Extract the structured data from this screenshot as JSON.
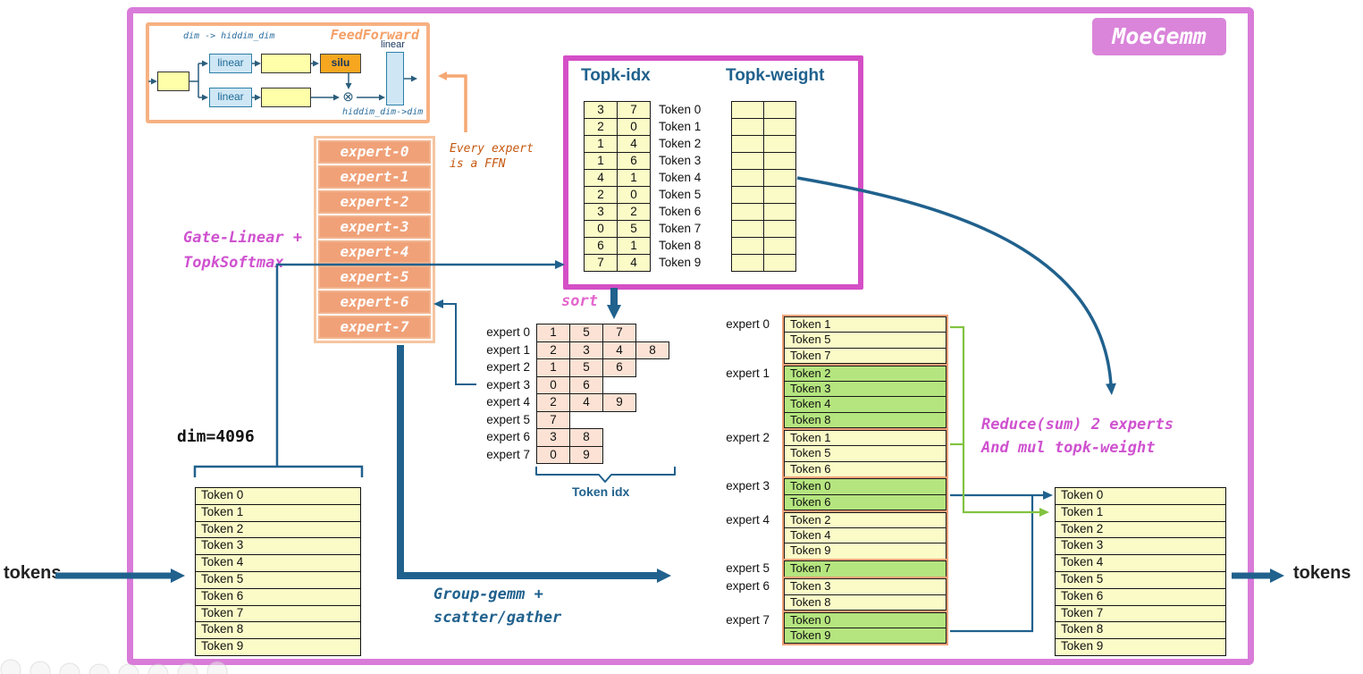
{
  "title": "MoeGemm",
  "feedforward": {
    "label": "FeedForward",
    "top_note": "dim -> hiddim_dim",
    "bottom_note": "hiddim_dim->dim",
    "linear_top": "linear",
    "linear_bottom": "linear",
    "silu": "silu",
    "multiply": "⊗",
    "linear_out": "linear"
  },
  "experts": [
    "expert-0",
    "expert-1",
    "expert-2",
    "expert-3",
    "expert-4",
    "expert-5",
    "expert-6",
    "expert-7"
  ],
  "annotations": {
    "every_expert": "Every expert\nis a FFN",
    "gate": "Gate-Linear +\nTopkSoftmax",
    "sort": "sort",
    "group_gemm": "Group-gemm +\nscatter/gather",
    "reduce": "Reduce(sum) 2 experts\nAnd mul topk-weight",
    "dim": "dim=4096",
    "token_idx": "Token idx",
    "tokens_in": "tokens",
    "tokens_out": "tokens"
  },
  "topk": {
    "idx_header": "Topk-idx",
    "weight_header": "Topk-weight",
    "weight_cols": 2,
    "rows": [
      {
        "token": "Token 0",
        "idx": [
          "3",
          "7"
        ]
      },
      {
        "token": "Token 1",
        "idx": [
          "2",
          "0"
        ]
      },
      {
        "token": "Token 2",
        "idx": [
          "1",
          "4"
        ]
      },
      {
        "token": "Token 3",
        "idx": [
          "1",
          "6"
        ]
      },
      {
        "token": "Token 4",
        "idx": [
          "4",
          "1"
        ]
      },
      {
        "token": "Token 5",
        "idx": [
          "2",
          "0"
        ]
      },
      {
        "token": "Token 6",
        "idx": [
          "3",
          "2"
        ]
      },
      {
        "token": "Token 7",
        "idx": [
          "0",
          "5"
        ]
      },
      {
        "token": "Token 8",
        "idx": [
          "6",
          "1"
        ]
      },
      {
        "token": "Token 9",
        "idx": [
          "7",
          "4"
        ]
      }
    ]
  },
  "sorted_table": [
    {
      "expert": "expert 0",
      "tokens": [
        "1",
        "5",
        "7"
      ]
    },
    {
      "expert": "expert 1",
      "tokens": [
        "2",
        "3",
        "4",
        "8"
      ]
    },
    {
      "expert": "expert 2",
      "tokens": [
        "1",
        "5",
        "6"
      ]
    },
    {
      "expert": "expert 3",
      "tokens": [
        "0",
        "6"
      ]
    },
    {
      "expert": "expert 4",
      "tokens": [
        "2",
        "4",
        "9"
      ]
    },
    {
      "expert": "expert 5",
      "tokens": [
        "7"
      ]
    },
    {
      "expert": "expert 6",
      "tokens": [
        "3",
        "8"
      ]
    },
    {
      "expert": "expert 7",
      "tokens": [
        "0",
        "9"
      ]
    }
  ],
  "input_tokens": [
    "Token 0",
    "Token 1",
    "Token 2",
    "Token 3",
    "Token 4",
    "Token 5",
    "Token 6",
    "Token 7",
    "Token 8",
    "Token 9"
  ],
  "output_tokens": [
    "Token 0",
    "Token 1",
    "Token 2",
    "Token 3",
    "Token 4",
    "Token 5",
    "Token 6",
    "Token 7",
    "Token 8",
    "Token 9"
  ],
  "expert_groups": [
    {
      "expert": "expert 0",
      "tokens": [
        "Token 1",
        "Token 5",
        "Token 7"
      ],
      "highlight": false
    },
    {
      "expert": "expert 1",
      "tokens": [
        "Token 2",
        "Token 3",
        "Token 4",
        "Token 8"
      ],
      "highlight": true
    },
    {
      "expert": "expert 2",
      "tokens": [
        "Token 1",
        "Token 5",
        "Token 6"
      ],
      "highlight": false
    },
    {
      "expert": "expert 3",
      "tokens": [
        "Token 0",
        "Token 6"
      ],
      "highlight": true
    },
    {
      "expert": "expert 4",
      "tokens": [
        "Token 2",
        "Token 4",
        "Token 9"
      ],
      "highlight": false
    },
    {
      "expert": "expert 5",
      "tokens": [
        "Token 7"
      ],
      "highlight": true
    },
    {
      "expert": "expert 6",
      "tokens": [
        "Token 3",
        "Token 8"
      ],
      "highlight": false
    },
    {
      "expert": "expert 7",
      "tokens": [
        "Token 0",
        "Token 9"
      ],
      "highlight": true
    }
  ],
  "colors": {
    "frame_pink": "#d97bd9",
    "topk_pink": "#d44fc6",
    "teal": "#20618d",
    "magenta": "#cf52cf",
    "salmon": "#f0a178",
    "orange_text": "#c5580f",
    "yellow_cell": "#fbfbc8",
    "green_cell": "#b5e57f",
    "peach_cell": "#fbe2d4",
    "sort_pink": "#e465cd"
  }
}
